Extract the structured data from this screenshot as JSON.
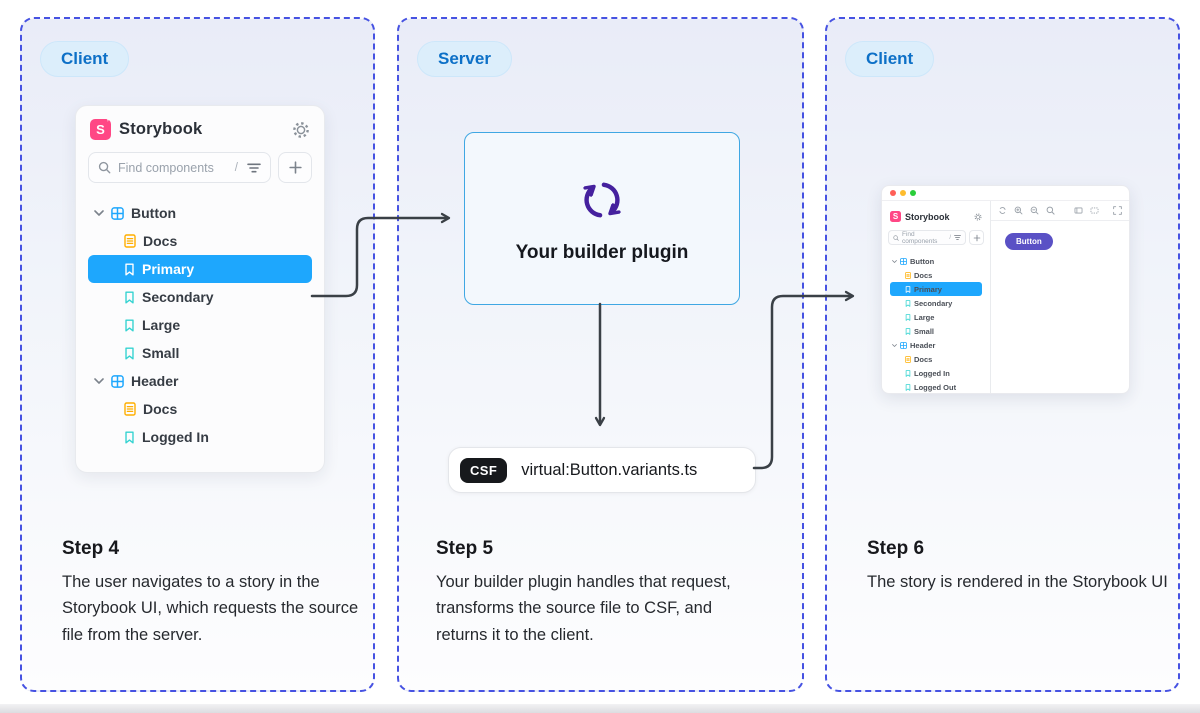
{
  "colors": {
    "panel_border": "#4652e2",
    "badge_bg": "#dceefb",
    "badge_text": "#0d70c7",
    "storybook_pink": "#ff4785",
    "selection_blue": "#1ea7fd",
    "docs_icon_orange": "#ffae00",
    "story_icon_teal": "#35d3d1",
    "plugin_border_blue": "#3fa7e3",
    "plugin_icon_purple": "#45219e",
    "arrow_gray": "#3a4046",
    "mini_button_purple": "#5a51c5",
    "csf_badge_black": "#17191c"
  },
  "icons": {
    "gear-icon": "gear glyph",
    "search-icon": "magnifier",
    "filter-icon": "three shrinking lines",
    "plus-icon": "+",
    "chevron-down-icon": "v",
    "component-icon": "quartered square",
    "docs-icon": "document with lines",
    "bookmark-icon": "bookmark outline",
    "sync-icon": "two circular arrows",
    "expand-icon": "four corner brackets",
    "traffic-lights": "red yellow green dots"
  },
  "panels": [
    {
      "badge_label": "Client",
      "step_title": "Step 4",
      "step_body": "The user navigates to a story in the Storybook UI, which requests the source file from the server."
    },
    {
      "badge_label": "Server",
      "step_title": "Step 5",
      "step_body": "Your builder plugin handles that request, transforms the source file to CSF, and returns it to the client."
    },
    {
      "badge_label": "Client",
      "step_title": "Step 6",
      "step_body": "The story is rendered in the Storybook UI"
    }
  ],
  "sidebar": {
    "app_title": "Storybook",
    "logo_letter": "S",
    "search_placeholder": "Find components",
    "search_shortcut": "/",
    "plus_label": "",
    "tree": [
      {
        "type": "group",
        "label": "Button"
      },
      {
        "type": "doc",
        "label": "Docs"
      },
      {
        "type": "story",
        "label": "Primary",
        "selected": true
      },
      {
        "type": "story",
        "label": "Secondary"
      },
      {
        "type": "story",
        "label": "Large"
      },
      {
        "type": "story",
        "label": "Small"
      },
      {
        "type": "group",
        "label": "Header"
      },
      {
        "type": "doc",
        "label": "Docs"
      },
      {
        "type": "story",
        "label": "Logged In"
      }
    ]
  },
  "server": {
    "plugin_label": "Your builder plugin",
    "file_chip": {
      "badge": "CSF",
      "filename": "virtual:Button.variants.ts"
    }
  },
  "mini_window": {
    "app_title": "Storybook",
    "logo_letter": "S",
    "search_placeholder": "Find components",
    "search_shortcut": "/",
    "canvas_button_label": "Button",
    "toolbar_icons": [
      "remount-icon",
      "zoom-in-icon",
      "zoom-out-icon",
      "reset-zoom-icon",
      "measure-icon",
      "outline-icon",
      "expand-icon"
    ],
    "tree": [
      {
        "type": "group",
        "label": "Button"
      },
      {
        "type": "doc",
        "label": "Docs"
      },
      {
        "type": "story",
        "label": "Primary",
        "selected": true
      },
      {
        "type": "story",
        "label": "Secondary"
      },
      {
        "type": "story",
        "label": "Large"
      },
      {
        "type": "story",
        "label": "Small"
      },
      {
        "type": "group",
        "label": "Header"
      },
      {
        "type": "doc",
        "label": "Docs"
      },
      {
        "type": "story",
        "label": "Logged In"
      },
      {
        "type": "story",
        "label": "Logged Out"
      }
    ]
  }
}
